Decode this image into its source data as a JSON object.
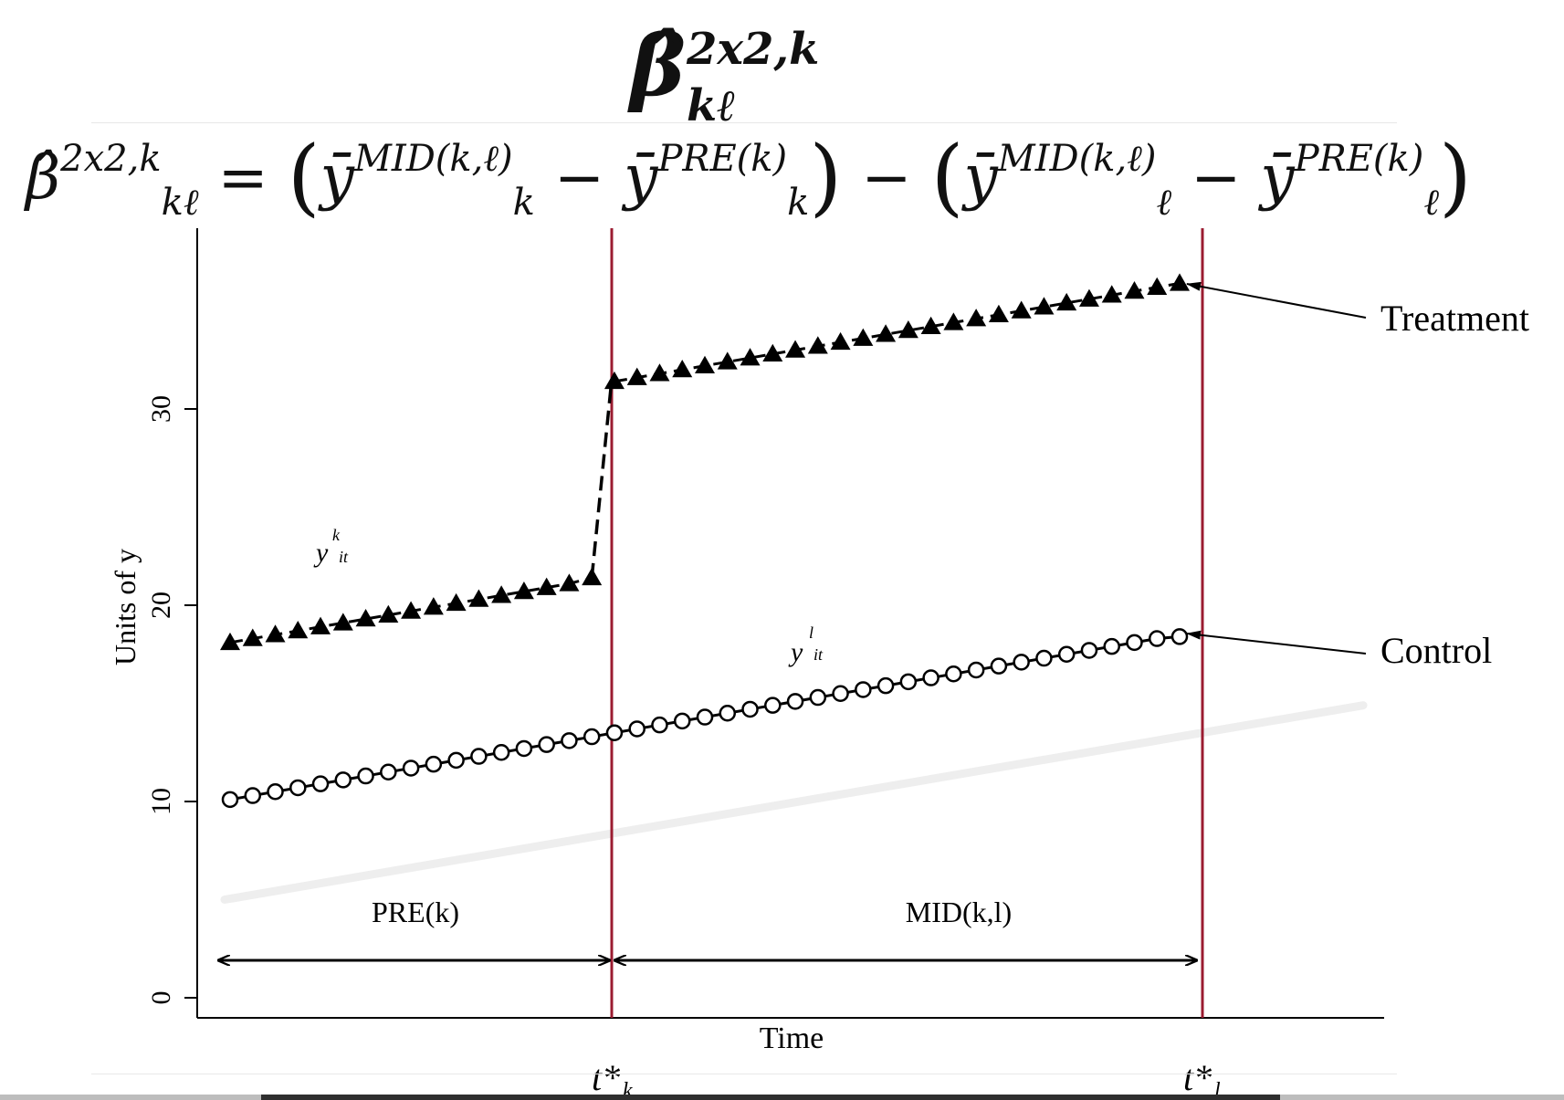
{
  "title": {
    "main": "β̂",
    "superscript": "2x2,k",
    "subscript": "kℓ"
  },
  "formula": {
    "lhs": "β̂",
    "lhs_sup": "2x2,k",
    "lhs_sub": "kℓ",
    "equals": "=",
    "ybar": "ȳ",
    "mid": "MID(k,ℓ)",
    "pre": "PRE(k)",
    "k": "k",
    "l": "ℓ",
    "minus": "−",
    "lparen": "(",
    "rparen": ")"
  },
  "annotations": {
    "treatment": "Treatment",
    "control": "Control",
    "y_k_base": "y",
    "y_k_sup": "k",
    "y_k_sub": "it",
    "y_l_base": "y",
    "y_l_sup": "l",
    "y_l_sub": "it",
    "pre_label": "PRE(k)",
    "mid_label": "MID(k,l)",
    "tk_base": "t*",
    "tk_sub": "k",
    "tl_base": "t*",
    "tl_sub": "l"
  },
  "chart_data": {
    "type": "line",
    "xlabel": "Time",
    "ylabel": "Units of y",
    "ylim": [
      -1,
      39
    ],
    "xlim": [
      0,
      50
    ],
    "yticks": [
      0,
      10,
      20,
      30
    ],
    "grid": false,
    "colors": {
      "treatment": "#000000",
      "control": "#000000",
      "trend": "#eeeeee",
      "event_line": "#9b1c31"
    },
    "event_times": [
      17,
      43
    ],
    "series": [
      {
        "name": "Treatment",
        "marker": "triangle",
        "x": [
          1,
          2,
          3,
          4,
          5,
          6,
          7,
          8,
          9,
          10,
          11,
          12,
          13,
          14,
          15,
          16,
          17,
          18,
          19,
          20,
          21,
          22,
          23,
          24,
          25,
          26,
          27,
          28,
          29,
          30,
          31,
          32,
          33,
          34,
          35,
          36,
          37,
          38,
          39,
          40,
          41,
          42,
          43
        ],
        "values": [
          18.1,
          18.3,
          18.5,
          18.7,
          18.9,
          19.1,
          19.3,
          19.5,
          19.7,
          19.9,
          20.1,
          20.3,
          20.5,
          20.7,
          20.9,
          21.1,
          21.4,
          31.4,
          31.6,
          31.8,
          32.0,
          32.2,
          32.4,
          32.6,
          32.8,
          33.0,
          33.2,
          33.4,
          33.6,
          33.8,
          34.0,
          34.2,
          34.4,
          34.6,
          34.8,
          35.0,
          35.2,
          35.4,
          35.6,
          35.8,
          36.0,
          36.2,
          36.4
        ]
      },
      {
        "name": "Control",
        "marker": "circle",
        "x": [
          1,
          2,
          3,
          4,
          5,
          6,
          7,
          8,
          9,
          10,
          11,
          12,
          13,
          14,
          15,
          16,
          17,
          18,
          19,
          20,
          21,
          22,
          23,
          24,
          25,
          26,
          27,
          28,
          29,
          30,
          31,
          32,
          33,
          34,
          35,
          36,
          37,
          38,
          39,
          40,
          41,
          42,
          43
        ],
        "values": [
          10.1,
          10.3,
          10.5,
          10.7,
          10.9,
          11.1,
          11.3,
          11.5,
          11.7,
          11.9,
          12.1,
          12.3,
          12.5,
          12.7,
          12.9,
          13.1,
          13.3,
          13.5,
          13.7,
          13.9,
          14.1,
          14.3,
          14.5,
          14.7,
          14.9,
          15.1,
          15.3,
          15.5,
          15.7,
          15.9,
          16.1,
          16.3,
          16.5,
          16.7,
          16.9,
          17.1,
          17.3,
          17.5,
          17.7,
          17.9,
          18.1,
          18.3,
          18.4
        ]
      },
      {
        "marker": "none",
        "x": [
          1,
          50
        ],
        "values": [
          5.0,
          14.9
        ]
      }
    ]
  }
}
